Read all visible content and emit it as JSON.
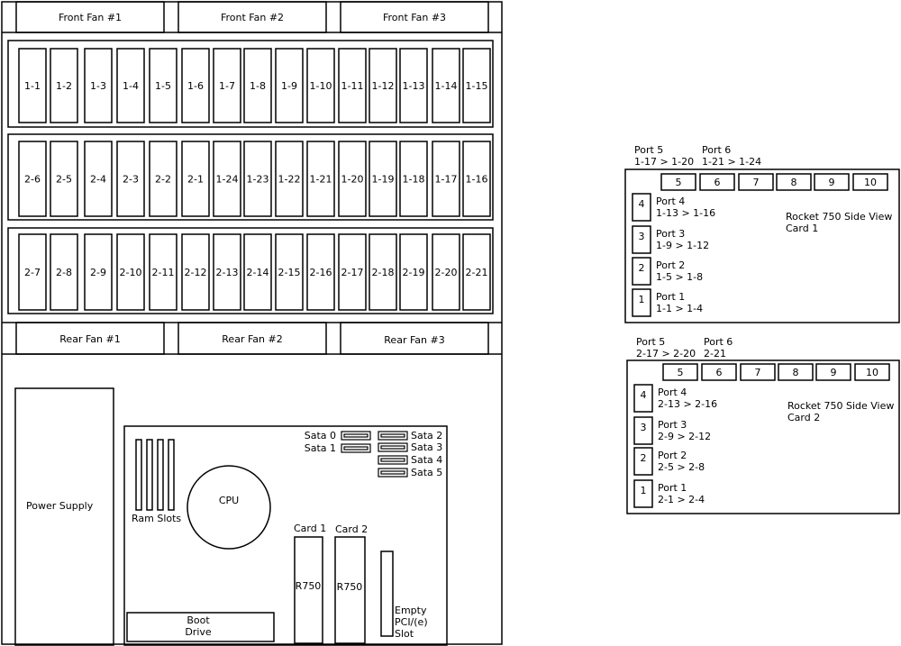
{
  "front_fans": [
    "Front Fan #1",
    "Front Fan #2",
    "Front Fan #3"
  ],
  "rear_fans": [
    "Rear Fan #1",
    "Rear Fan #2",
    "Rear Fan #3"
  ],
  "bay_rows": [
    [
      "1-1",
      "1-2",
      "1-3",
      "1-4",
      "1-5",
      "1-6",
      "1-7",
      "1-8",
      "1-9",
      "1-10",
      "1-11",
      "1-12",
      "1-13",
      "1-14",
      "1-15"
    ],
    [
      "2-6",
      "2-5",
      "2-4",
      "2-3",
      "2-2",
      "2-1",
      "1-24",
      "1-23",
      "1-22",
      "1-21",
      "1-20",
      "1-19",
      "1-18",
      "1-17",
      "1-16"
    ],
    [
      "2-7",
      "2-8",
      "2-9",
      "2-10",
      "2-11",
      "2-12",
      "2-13",
      "2-14",
      "2-15",
      "2-16",
      "2-17",
      "2-18",
      "2-19",
      "2-20",
      "2-21"
    ]
  ],
  "power_supply": "Power Supply",
  "motherboard": {
    "cpu": "CPU",
    "ram": "Ram Slots",
    "sata_left": [
      "Sata 0",
      "Sata 1"
    ],
    "sata_right": [
      "Sata 2",
      "Sata 3",
      "Sata 4",
      "Sata 5"
    ],
    "card1_label": "Card 1",
    "card2_label": "Card 2",
    "card_text": "R750",
    "boot_drive": [
      "Boot",
      "Drive"
    ],
    "empty_slot": [
      "Empty",
      "PCI/(e)",
      "Slot"
    ]
  },
  "cards": [
    {
      "title": [
        "Rocket 750 Side View",
        "Card 1"
      ],
      "port5": [
        "Port 5",
        "1-17 > 1-20"
      ],
      "port6": [
        "Port 6",
        "1-21 > 1-24"
      ],
      "top_ports": [
        "5",
        "6",
        "7",
        "8",
        "9",
        "10"
      ],
      "side_ports": [
        {
          "num": "4",
          "name": "Port 4",
          "range": "1-13 > 1-16"
        },
        {
          "num": "3",
          "name": "Port 3",
          "range": "1-9 > 1-12"
        },
        {
          "num": "2",
          "name": "Port 2",
          "range": "1-5 > 1-8"
        },
        {
          "num": "1",
          "name": "Port 1",
          "range": "1-1 > 1-4"
        }
      ]
    },
    {
      "title": [
        "Rocket 750 Side View",
        "Card 2"
      ],
      "port5": [
        "Port 5",
        "2-17 > 2-20"
      ],
      "port6": [
        "Port 6",
        "2-21"
      ],
      "top_ports": [
        "5",
        "6",
        "7",
        "8",
        "9",
        "10"
      ],
      "side_ports": [
        {
          "num": "4",
          "name": "Port 4",
          "range": "2-13 > 2-16"
        },
        {
          "num": "3",
          "name": "Port 3",
          "range": "2-9 > 2-12"
        },
        {
          "num": "2",
          "name": "Port 2",
          "range": "2-5 > 2-8"
        },
        {
          "num": "1",
          "name": "Port 1",
          "range": "2-1 > 2-4"
        }
      ]
    }
  ]
}
